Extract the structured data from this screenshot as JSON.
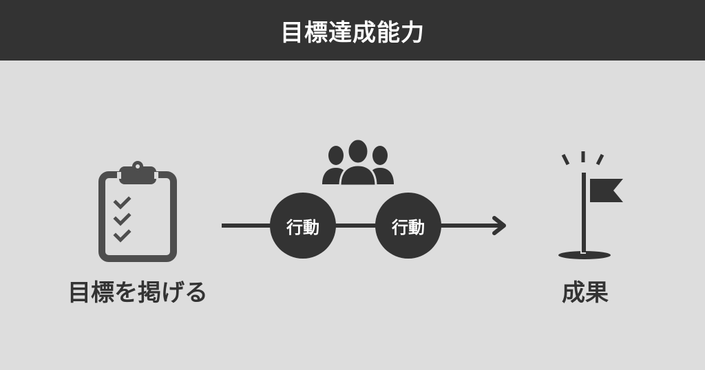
{
  "header": {
    "title": "目標達成能力"
  },
  "diagram": {
    "start": {
      "label": "目標を掲げる",
      "icon": "clipboard-checklist-icon"
    },
    "group": {
      "icon": "people-group-icon"
    },
    "steps": [
      {
        "label": "行動"
      },
      {
        "label": "行動"
      }
    ],
    "end": {
      "label": "成果",
      "icon": "goal-flag-icon"
    }
  },
  "colors": {
    "header_bg": "#333333",
    "background": "#dddddd",
    "icon_dark": "#333333",
    "clipboard": "#4d4d4d",
    "text_light": "#ffffff"
  }
}
